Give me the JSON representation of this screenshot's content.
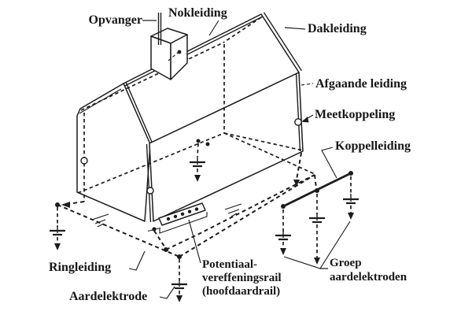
{
  "figure": {
    "background": "#ffffff",
    "line_color": "#1c1c1c",
    "labels": {
      "opvanger": "Opvanger",
      "nokleiding": "Nokleiding",
      "dakleiding": "Dakleiding",
      "afgaande_leiding": "Afgaande leiding",
      "meetkoppeling": "Meetkoppeling",
      "koppelleiding": "Koppelleiding",
      "ringleiding": "Ringleiding",
      "aardelektrode": "Aardelektrode",
      "potentiaalvereffeningsrail": {
        "line1": "Potentiaal-",
        "line2": "vereffeningsrail",
        "line3": "(hoofdaardrail)"
      },
      "groep_aardelektroden": {
        "line1": "Groep",
        "line2": "aardelektroden"
      }
    }
  }
}
